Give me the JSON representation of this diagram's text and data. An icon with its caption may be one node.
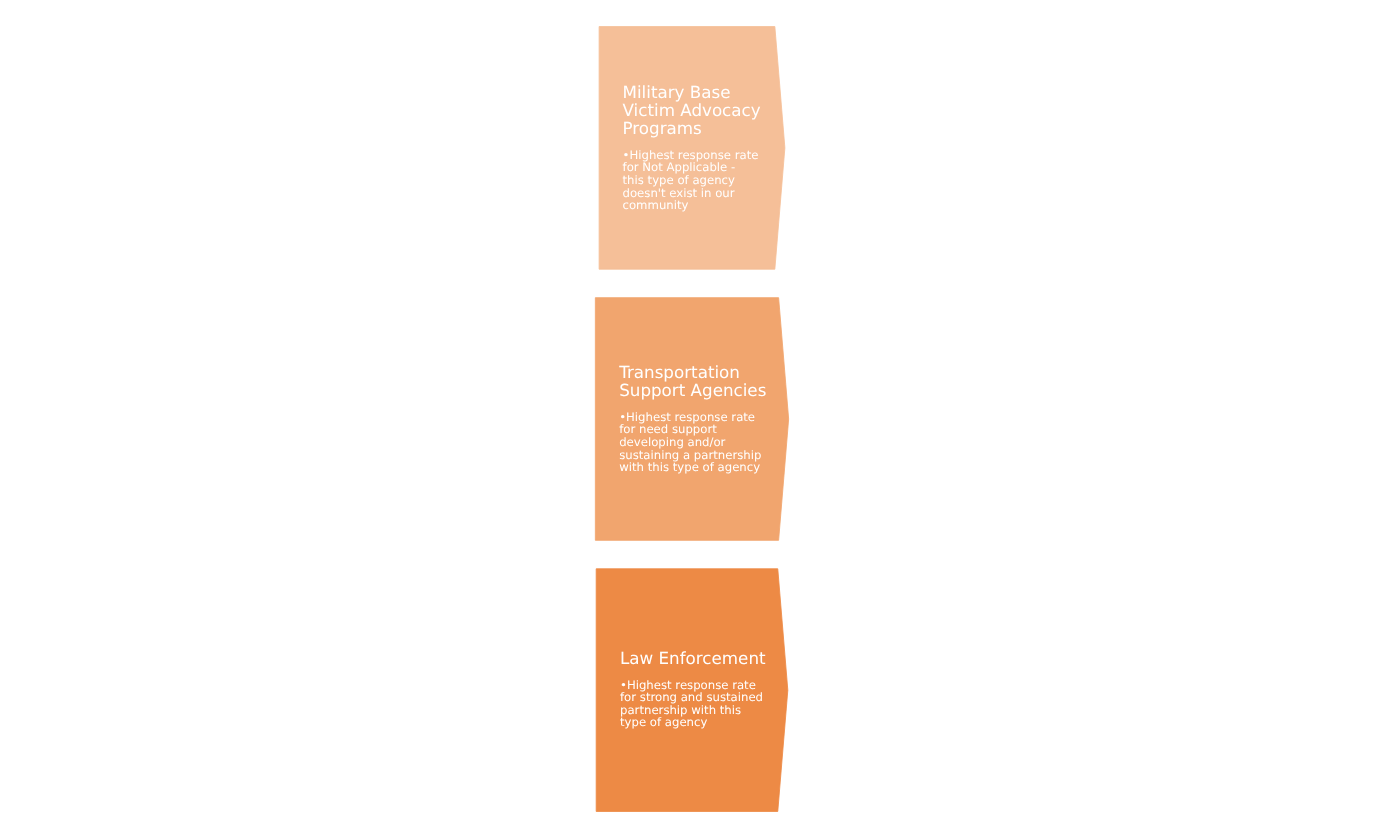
{
  "diagram": {
    "nodes": [
      {
        "text": [
          "Law Enforcement",
          "•Highest response rate for strong and sustained partnership with this type of agency"
        ]
      },
      {
        "text": [
          "Transportation Support Agencies",
          "•Highest response rate for need support developing and/or sustaining a partnership with this type of agency"
        ]
      },
      {
        "text": [
          "Military Base Victim Advocacy Programs",
          "•Highest response rate for Not Applicable - this type of agency doesn't exist in our community"
        ]
      }
    ]
  }
}
